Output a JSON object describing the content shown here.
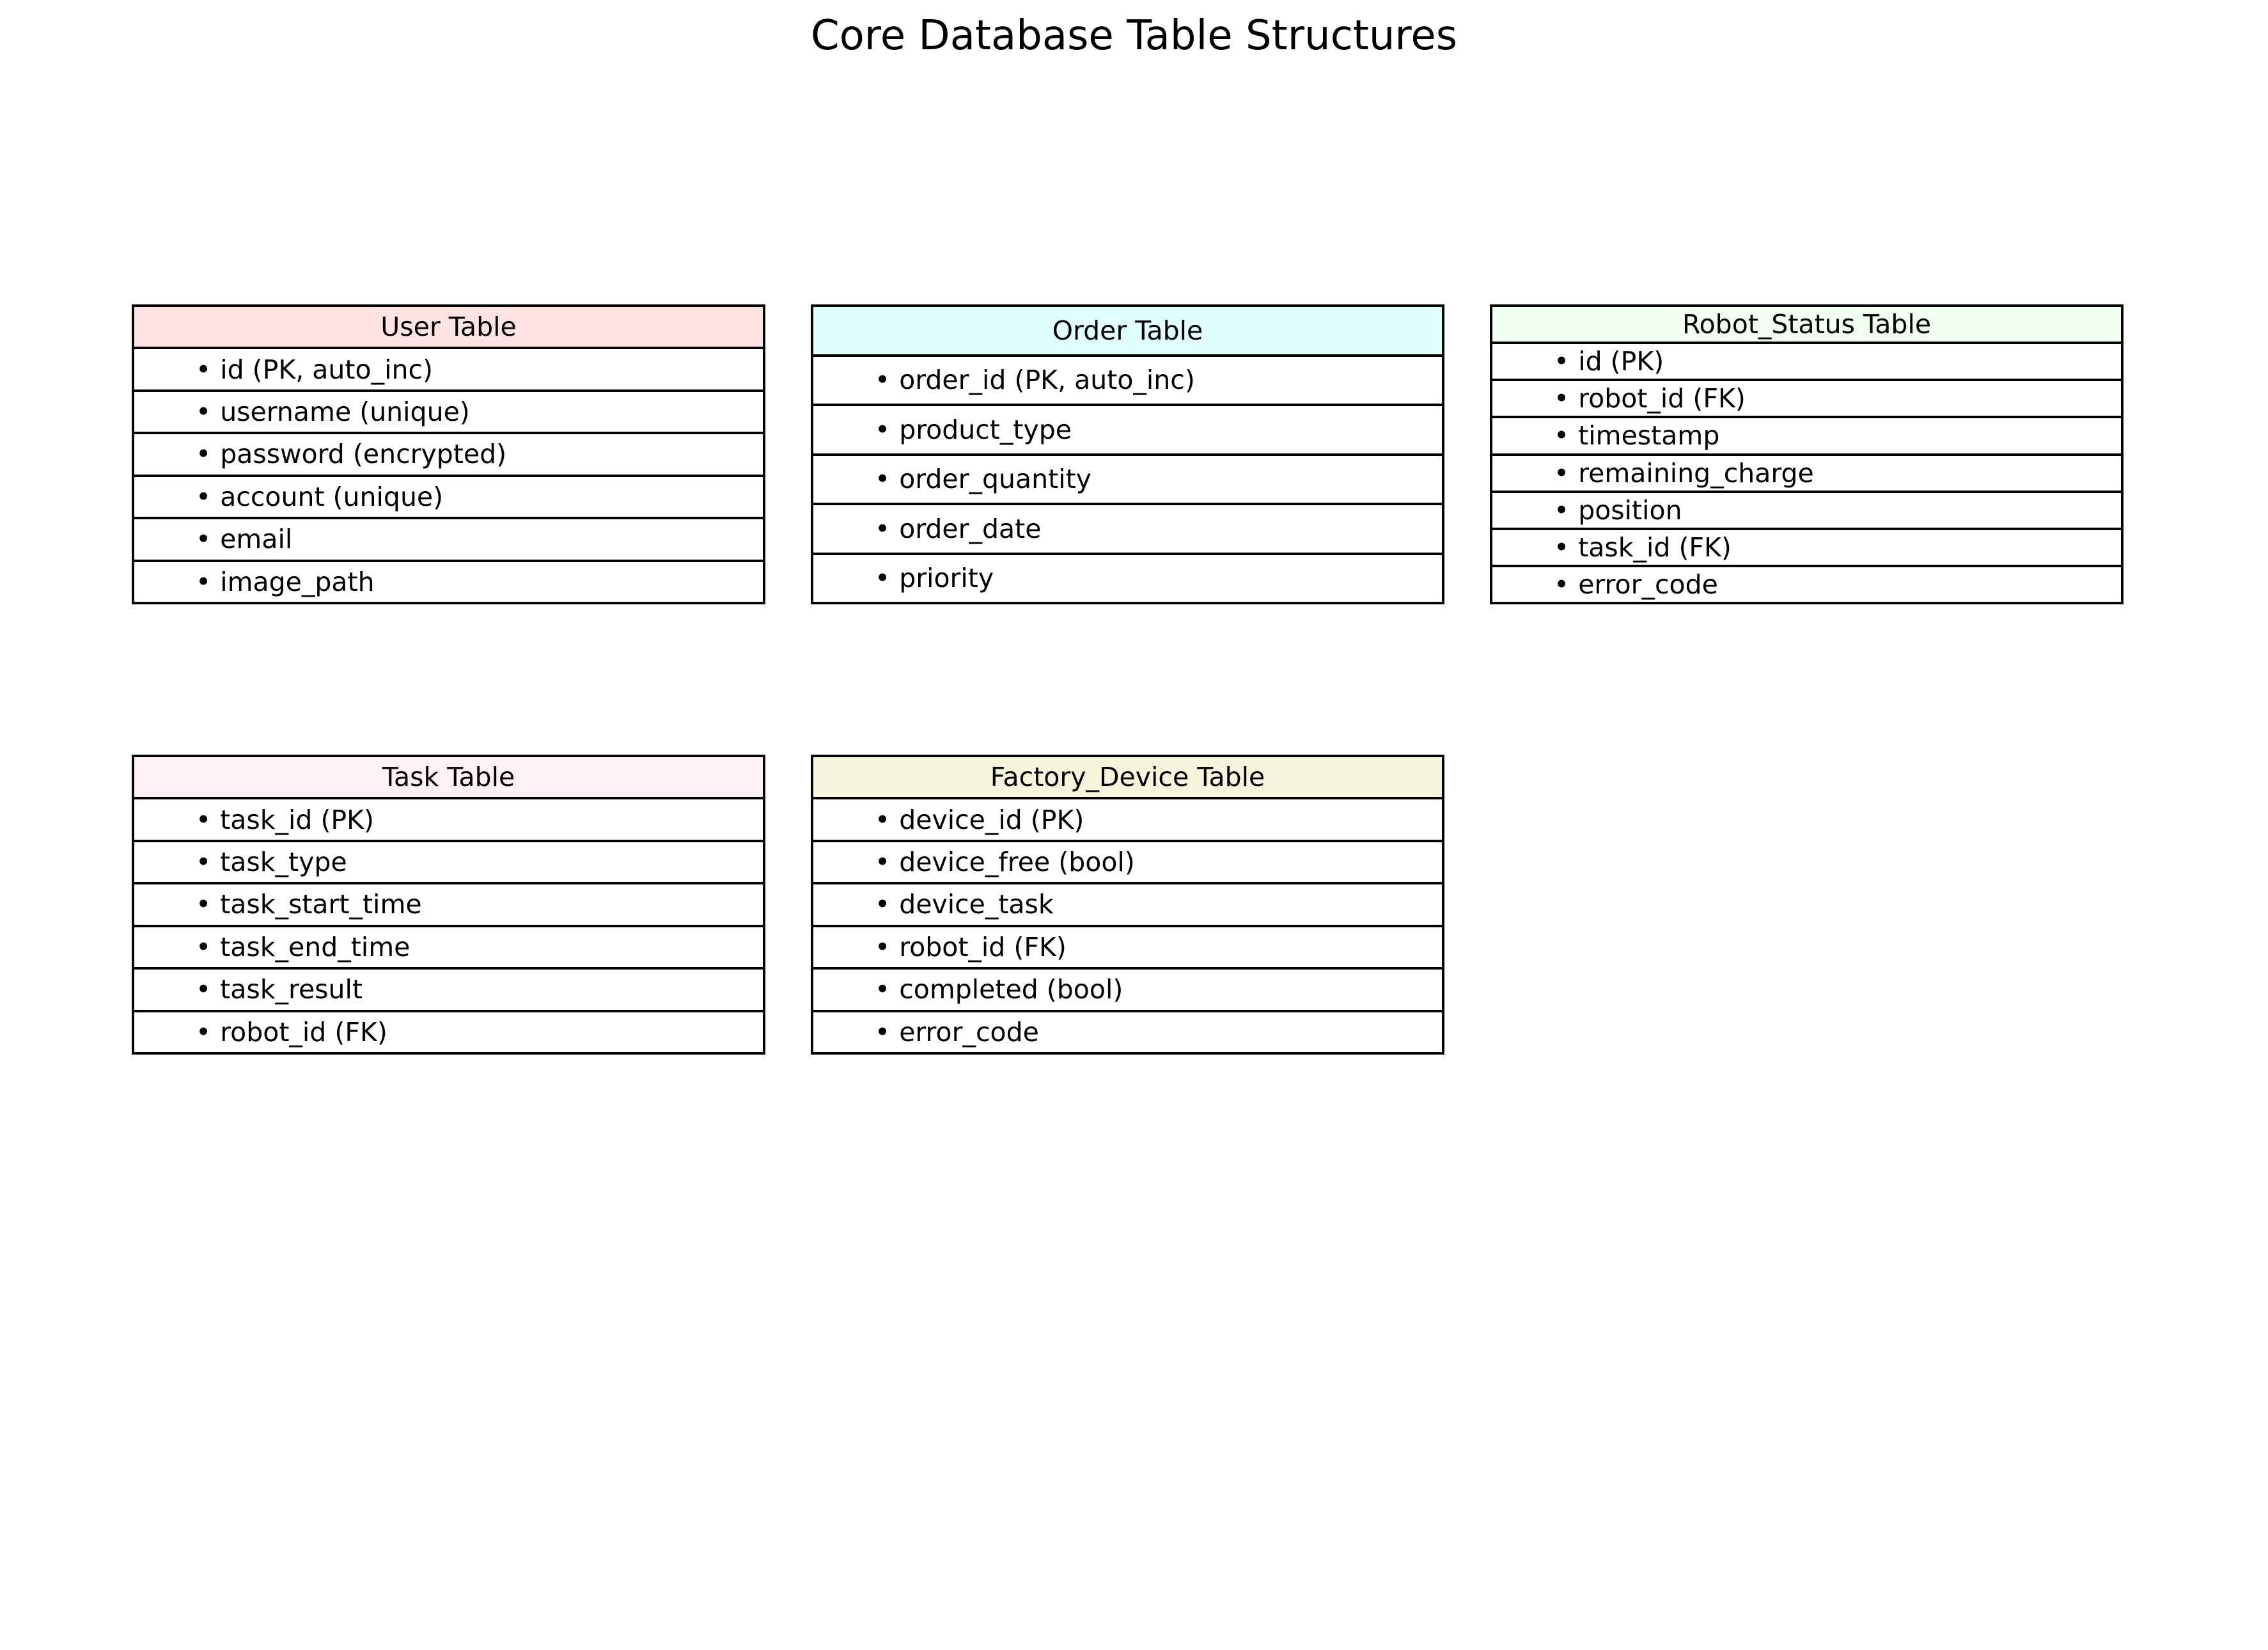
{
  "title": "Core Database Table Structures",
  "tables": [
    {
      "id": "user",
      "name": "User Table",
      "header_color": "#ffe4e1",
      "fields": [
        "id (PK, auto_inc)",
        "username (unique)",
        "password (encrypted)",
        "account (unique)",
        "email",
        "image_path"
      ]
    },
    {
      "id": "order",
      "name": "Order Table",
      "header_color": "#e0ffff",
      "fields": [
        "order_id (PK, auto_inc)",
        "product_type",
        "order_quantity",
        "order_date",
        "priority"
      ]
    },
    {
      "id": "robot_status",
      "name": "Robot_Status Table",
      "header_color": "#f0fff0",
      "fields": [
        "id (PK)",
        "robot_id (FK)",
        "timestamp",
        "remaining_charge",
        "position",
        "task_id (FK)",
        "error_code"
      ]
    },
    {
      "id": "task",
      "name": "Task Table",
      "header_color": "#fff0f5",
      "fields": [
        "task_id (PK)",
        "task_type",
        "task_start_time",
        "task_end_time",
        "task_result",
        "robot_id (FK)"
      ]
    },
    {
      "id": "factory_device",
      "name": "Factory_Device Table",
      "header_color": "#f5f5dc",
      "fields": [
        "device_id (PK)",
        "device_free (bool)",
        "device_task",
        "robot_id (FK)",
        "completed (bool)",
        "error_code"
      ]
    }
  ],
  "bullet": "•"
}
